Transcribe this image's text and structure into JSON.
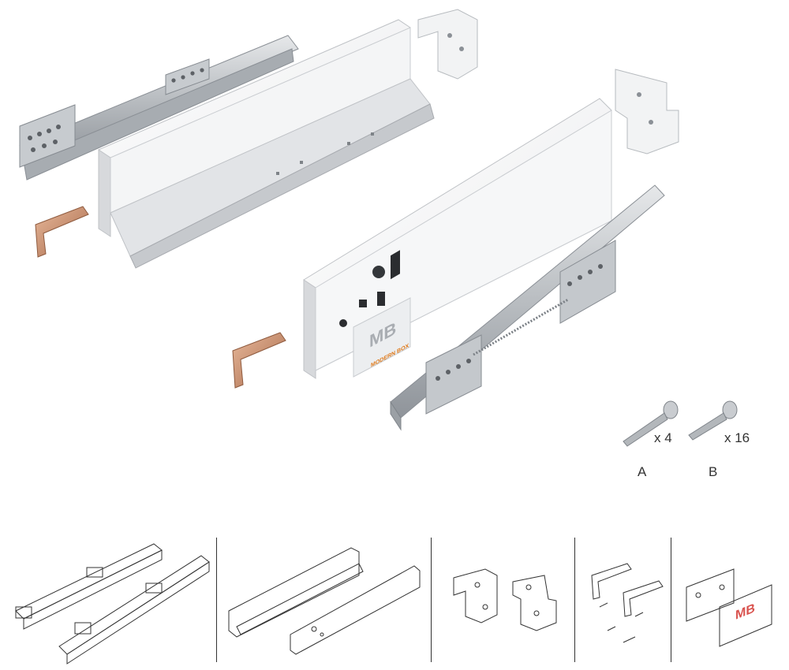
{
  "hardware": {
    "screw_a": {
      "letter": "A",
      "quantity": "x 4"
    },
    "screw_b": {
      "letter": "B",
      "quantity": "x 16"
    }
  },
  "branding": {
    "logo_mark": "MB",
    "logo_text": "MODERN BOX",
    "strip_logo": "MB",
    "brand_color": "#e07a1a",
    "strip_logo_color": "#d9534f"
  },
  "parts_strip": [
    {
      "name": "runners-icon"
    },
    {
      "name": "drawer-sides-icon"
    },
    {
      "name": "rear-brackets-icon"
    },
    {
      "name": "front-fixings-icon"
    },
    {
      "name": "cover-caps-icon"
    }
  ]
}
